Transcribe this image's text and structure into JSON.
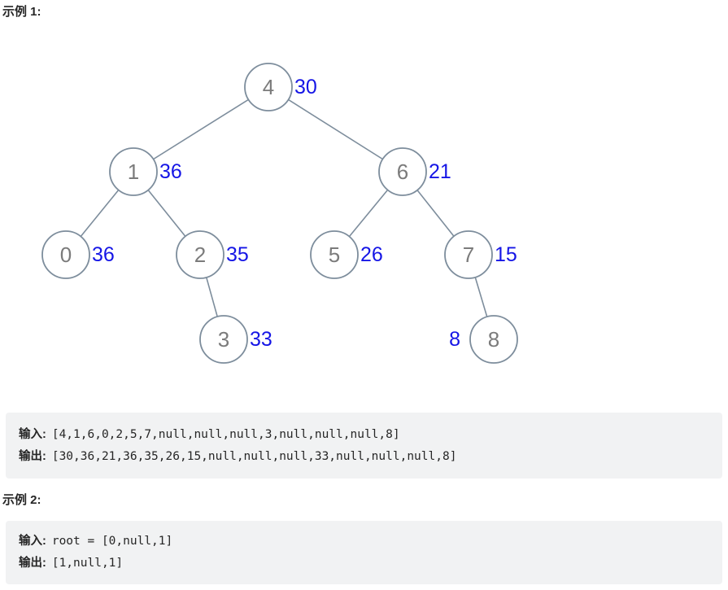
{
  "page": {
    "example1_heading": "示例 1:",
    "example2_heading": "示例 2:"
  },
  "tree": {
    "colors": {
      "circle_stroke": "#7d8d9c",
      "node_value_text": "#7b7b7b",
      "annotation_text": "#1515e6"
    },
    "nodes": [
      {
        "value": "4",
        "label": "30"
      },
      {
        "value": "1",
        "label": "36"
      },
      {
        "value": "6",
        "label": "21"
      },
      {
        "value": "0",
        "label": "36"
      },
      {
        "value": "2",
        "label": "35"
      },
      {
        "value": "5",
        "label": "26"
      },
      {
        "value": "7",
        "label": "15"
      },
      {
        "value": "3",
        "label": "33"
      },
      {
        "value": "8",
        "label": "8"
      }
    ]
  },
  "example1": {
    "input_label": "输入:",
    "input_value": "[4,1,6,0,2,5,7,null,null,null,3,null,null,null,8]",
    "output_label": "输出:",
    "output_value": "[30,36,21,36,35,26,15,null,null,null,33,null,null,null,8]"
  },
  "example2": {
    "input_label": "输入:",
    "input_value": "root = [0,null,1]",
    "output_label": "输出:",
    "output_value": "[1,null,1]"
  }
}
